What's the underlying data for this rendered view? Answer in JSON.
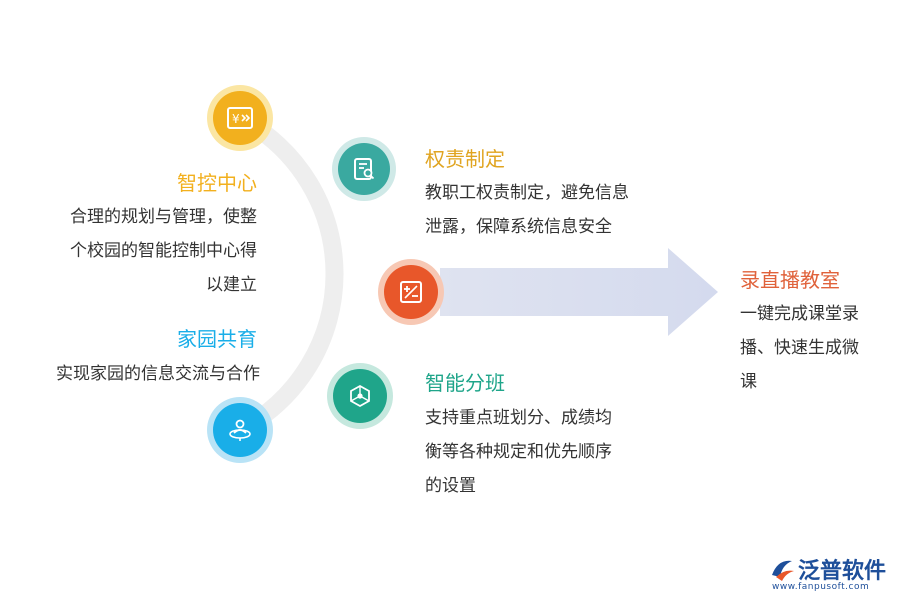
{
  "items": {
    "smart_control": {
      "title": "智控中心",
      "desc": [
        "合理的规划与管理，使整",
        "个校园的智能控制中心得",
        "以建立"
      ],
      "color": "#f2b01e",
      "icon": "money-chart-icon"
    },
    "home_school": {
      "title": "家园共育",
      "desc": [
        "实现家园的信息交流与合作"
      ],
      "color": "#19aee8",
      "icon": "person-ring-icon"
    },
    "authority": {
      "title": "权责制定",
      "desc": [
        "教职工权责制定，避免信息",
        "泄露，保障系统信息安全"
      ],
      "color": "#3aa9a0",
      "icon": "document-search-icon"
    },
    "center": {
      "color": "#e8572a",
      "icon": "plus-minus-icon"
    },
    "smart_class": {
      "title": "智能分班",
      "desc": [
        "支持重点班划分、成绩均",
        "衡等各种规定和优先顺序",
        "的设置"
      ],
      "color": "#1fa58a",
      "icon": "network-cube-icon"
    },
    "recording": {
      "title": "录直播教室",
      "desc": [
        "一键完成课堂录",
        "播、快速生成微",
        "课"
      ],
      "color": "#e0623b"
    }
  },
  "logo": {
    "name": "泛普软件",
    "url": "www.fanpusoft.com"
  }
}
